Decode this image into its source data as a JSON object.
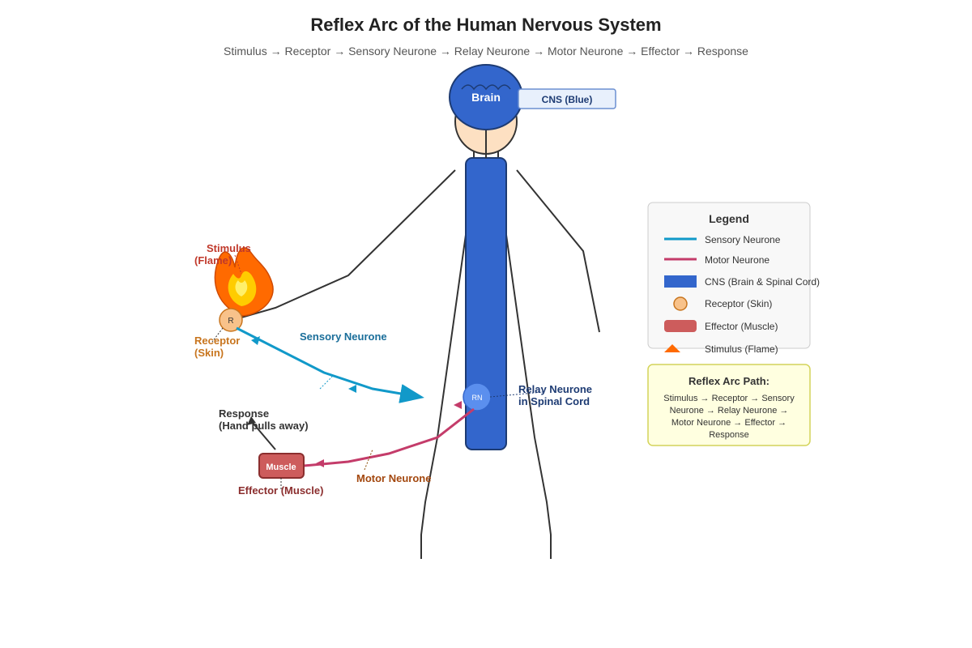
{
  "title": "Reflex Arc of the Human Nervous System",
  "subtitle": "Stimulus → Receptor → Sensory Neurone → Relay Neurone → Motor Neurone → Effector → Response",
  "labels": {
    "brain": "Brain",
    "cns_tag": "CNS (Blue)",
    "stimulus_1": "Stimulus",
    "stimulus_2": "(Flame)",
    "receptor_symbol": "R",
    "receptor_1": "Receptor",
    "receptor_2": "(Skin)",
    "sensory_neurone": "Sensory Neurone",
    "relay_symbol": "RN",
    "relay_1": "Relay Neurone",
    "relay_2": "in Spinal Cord",
    "response_1": "Response",
    "response_2": "(Hand pulls away)",
    "muscle": "Muscle",
    "effector": "Effector (Muscle)",
    "motor_neurone": "Motor Neurone"
  },
  "legend": {
    "title": "Legend",
    "items": [
      {
        "label": "Sensory Neurone",
        "color": "#1199c9"
      },
      {
        "label": "Motor Neurone",
        "color": "#c43c6a"
      },
      {
        "label": "CNS (Brain & Spinal Cord)",
        "color": "#3366cc"
      },
      {
        "label": "Receptor (Skin)",
        "color": "#f8c28a"
      },
      {
        "label": "Effector (Muscle)",
        "color": "#cd5c5c"
      },
      {
        "label": "Stimulus (Flame)",
        "color": "#ff6a00"
      }
    ]
  },
  "path_box": {
    "title": "Reflex Arc Path:",
    "lines": [
      "Stimulus → Receptor → Sensory",
      "Neurone → Relay Neurone →",
      "Motor Neurone → Effector →",
      "Response"
    ]
  },
  "colors": {
    "sensory": "#1199c9",
    "motor": "#c43c6a",
    "cns": "#3366cc",
    "receptor": "#f8c28a",
    "effector": "#cd5c5c",
    "flame": "#ff6a00"
  }
}
